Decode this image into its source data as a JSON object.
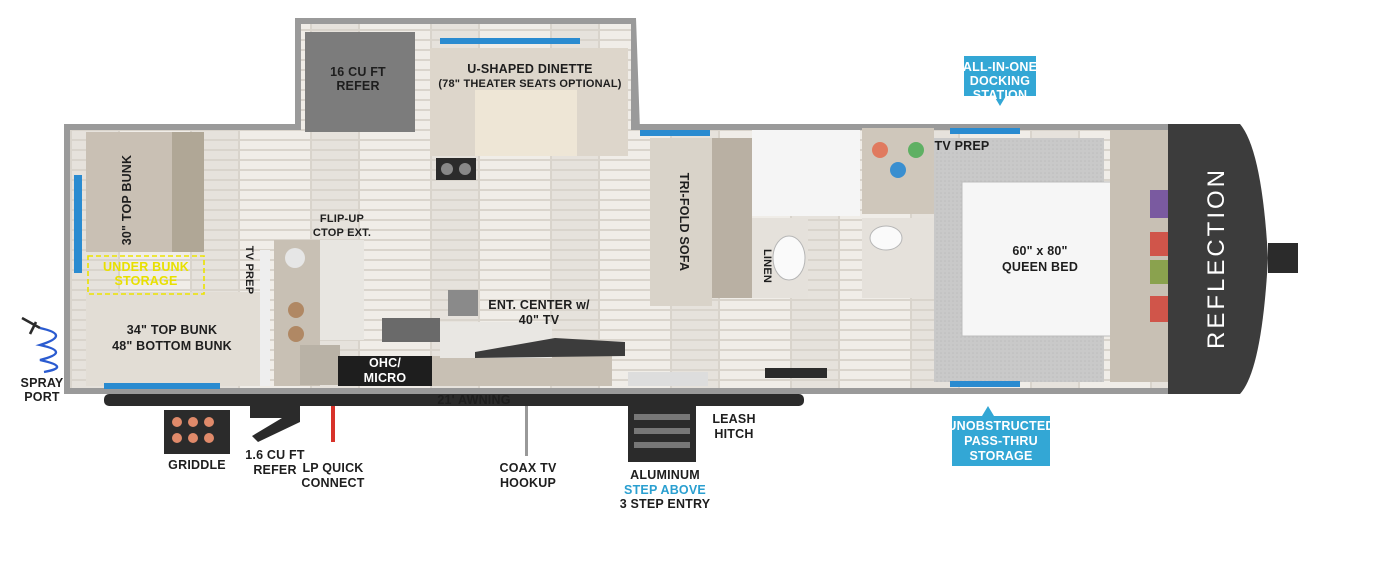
{
  "brand": {
    "logo_text": "REFLECTION"
  },
  "colors": {
    "wall": "#9a9a9a",
    "floor": "#dcd7d0",
    "plank_light": "#f1eee9",
    "cabinet": "#c8c0b4",
    "callout": "#33a7d5",
    "highlight": "#ece300",
    "step_above": "#2a9fd0",
    "appliance_dark": "#2b2b2b"
  },
  "rooms": {
    "refer": [
      "16 CU FT",
      "REFER"
    ],
    "dinette": [
      "U-SHAPED DINETTE",
      "(78\" THEATER SEATS OPTIONAL)"
    ],
    "top_bunk": "30\" TOP BUNK",
    "under_bunk": [
      "UNDER BUNK",
      "STORAGE"
    ],
    "tv_prep_left": "TV PREP",
    "flip_up": [
      "FLIP-UP",
      "CTOP EXT."
    ],
    "ent_center": [
      "ENT. CENTER w/",
      "40\" TV"
    ],
    "bunk_lower": [
      "34\" TOP BUNK",
      "48\" BOTTOM BUNK"
    ],
    "ohc": [
      "OHC/",
      "MICRO"
    ],
    "sofa": "TRI-FOLD SOFA",
    "linen": "LINEN",
    "tv_prep_right": "TV PREP",
    "bed": [
      "60\" x 80\"",
      "QUEEN BED"
    ]
  },
  "exterior": {
    "awning": "21' AWNING",
    "spray_port": [
      "SPRAY",
      "PORT"
    ],
    "griddle": "GRIDDLE",
    "outside_refer": [
      "1.6 CU FT",
      "REFER"
    ],
    "lp_quick": [
      "LP QUICK",
      "CONNECT"
    ],
    "coax": [
      "COAX TV",
      "HOOKUP"
    ],
    "step_entry": [
      "ALUMINUM",
      "STEP ABOVE",
      "3 STEP ENTRY"
    ],
    "leash_hitch": [
      "LEASH",
      "HITCH"
    ]
  },
  "callouts": {
    "docking": [
      "ALL-IN-ONE",
      "DOCKING",
      "STATION"
    ],
    "pass_thru": [
      "UNOBSTRUCTED",
      "PASS-THRU",
      "STORAGE"
    ]
  }
}
